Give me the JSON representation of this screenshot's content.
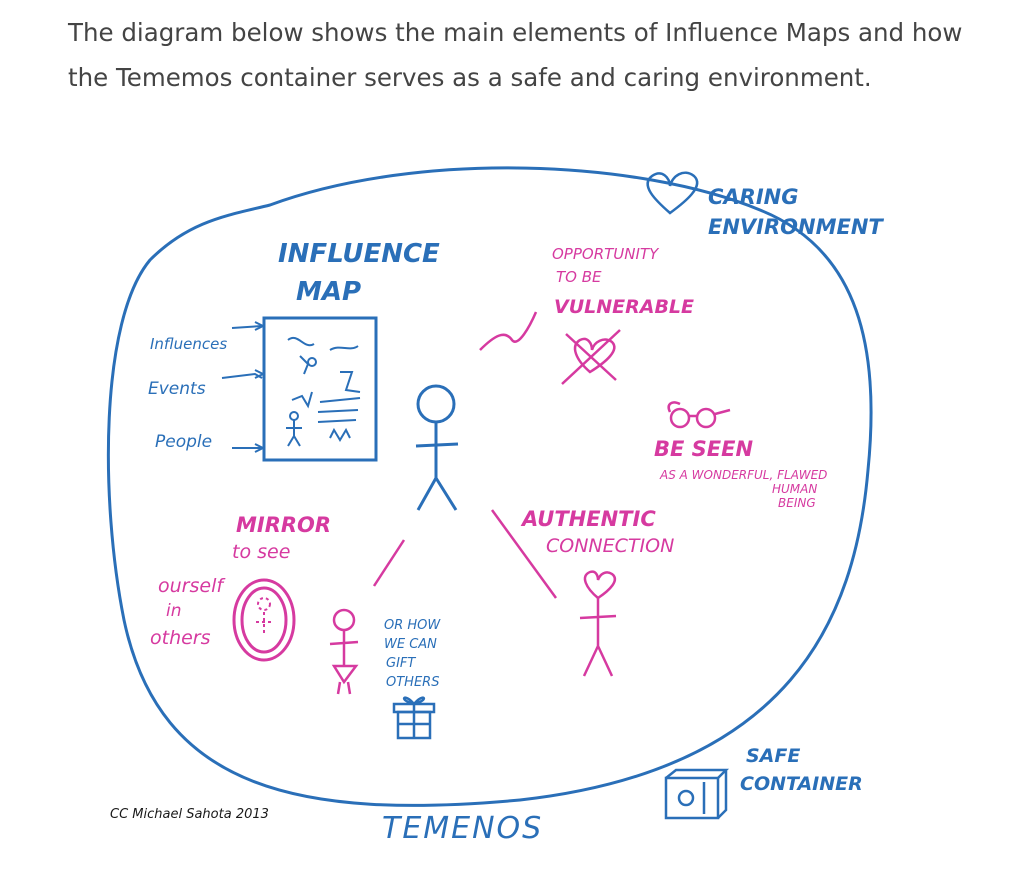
{
  "intro_text": "The diagram below shows the main elements of Influence Maps and how the Tememos container serves as a safe and caring environment.",
  "colors": {
    "blue": "#2a6fb8",
    "pink": "#d63aa0",
    "text": "#444444"
  },
  "figure": {
    "caring_line1": "CARING",
    "caring_line2": "ENVIRONMENT",
    "influence_line1": "INFLUENCE",
    "influence_line2": "MAP",
    "influences": "Influences",
    "events": "Events",
    "people": "People",
    "opportunity_line1": "OPPORTUNITY",
    "opportunity_line2": "TO BE",
    "vulnerable": "VULNERABLE",
    "be_seen": "BE SEEN",
    "as_wonderful": "AS A WONDERFUL, FLAWED",
    "human": "HUMAN",
    "being": "BEING",
    "mirror_line1": "MIRROR",
    "mirror_line2": "to see",
    "mirror_line3": "ourself",
    "mirror_line4": "in",
    "mirror_line5": "others",
    "authentic_line1": "AUTHENTIC",
    "authentic_line2": "CONNECTION",
    "gift_line1": "OR HOW",
    "gift_line2": "WE CAN",
    "gift_line3": "GIFT",
    "gift_line4": "OTHERS",
    "safe_line1": "SAFE",
    "safe_line2": "CONTAINER",
    "credit": "CC Michael Sahota 2013",
    "temenos": "TEMENOS"
  }
}
